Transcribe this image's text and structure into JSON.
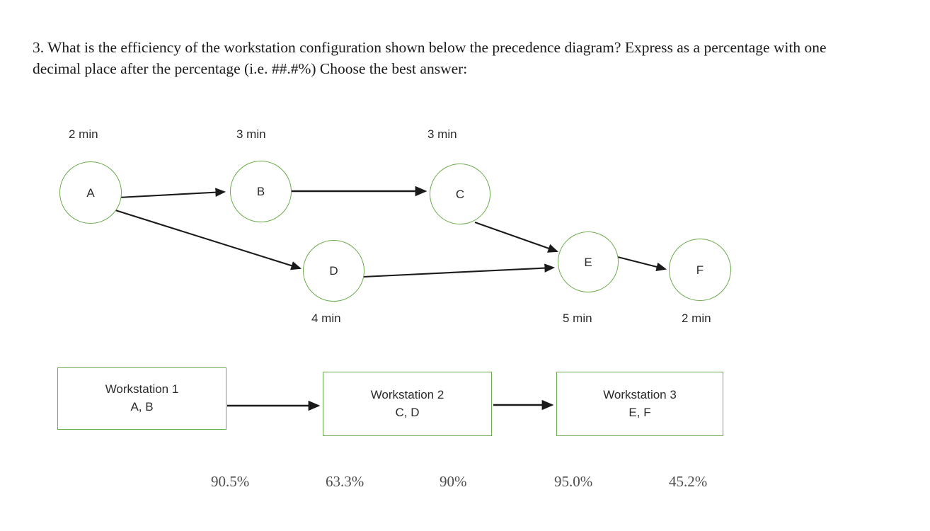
{
  "question": {
    "text": "3. What is the efficiency of the workstation configuration shown below the precedence diagram?  Express as a percentage with one decimal place after the percentage (i.e. ##.#%) Choose the best answer:"
  },
  "diagram": {
    "title": "precedence-diagram",
    "node_border_color": "#6bab4c",
    "edge_color": "#1a1a1a",
    "nodes": [
      {
        "id": "A",
        "label": "A",
        "time": "2 min",
        "time_position": "above"
      },
      {
        "id": "B",
        "label": "B",
        "time": "3 min",
        "time_position": "above"
      },
      {
        "id": "C",
        "label": "C",
        "time": "3 min",
        "time_position": "above"
      },
      {
        "id": "D",
        "label": "D",
        "time": "4 min",
        "time_position": "below"
      },
      {
        "id": "E",
        "label": "E",
        "time": "5 min",
        "time_position": "below"
      },
      {
        "id": "F",
        "label": "F",
        "time": "2 min",
        "time_position": "below"
      }
    ],
    "edges": [
      {
        "from": "A",
        "to": "B"
      },
      {
        "from": "A",
        "to": "D"
      },
      {
        "from": "B",
        "to": "C"
      },
      {
        "from": "C",
        "to": "E"
      },
      {
        "from": "D",
        "to": "E"
      },
      {
        "from": "E",
        "to": "F"
      }
    ]
  },
  "workstations": {
    "box_border_color": "#6bab4c",
    "items": [
      {
        "title": "Workstation 1",
        "tasks": "A, B"
      },
      {
        "title": "Workstation 2",
        "tasks": "C, D"
      },
      {
        "title": "Workstation 3",
        "tasks": "E, F"
      }
    ]
  },
  "answer_options": [
    {
      "label": "90.5%"
    },
    {
      "label": "63.3%"
    },
    {
      "label": "90%"
    },
    {
      "label": "95.0%"
    },
    {
      "label": "45.2%"
    }
  ]
}
